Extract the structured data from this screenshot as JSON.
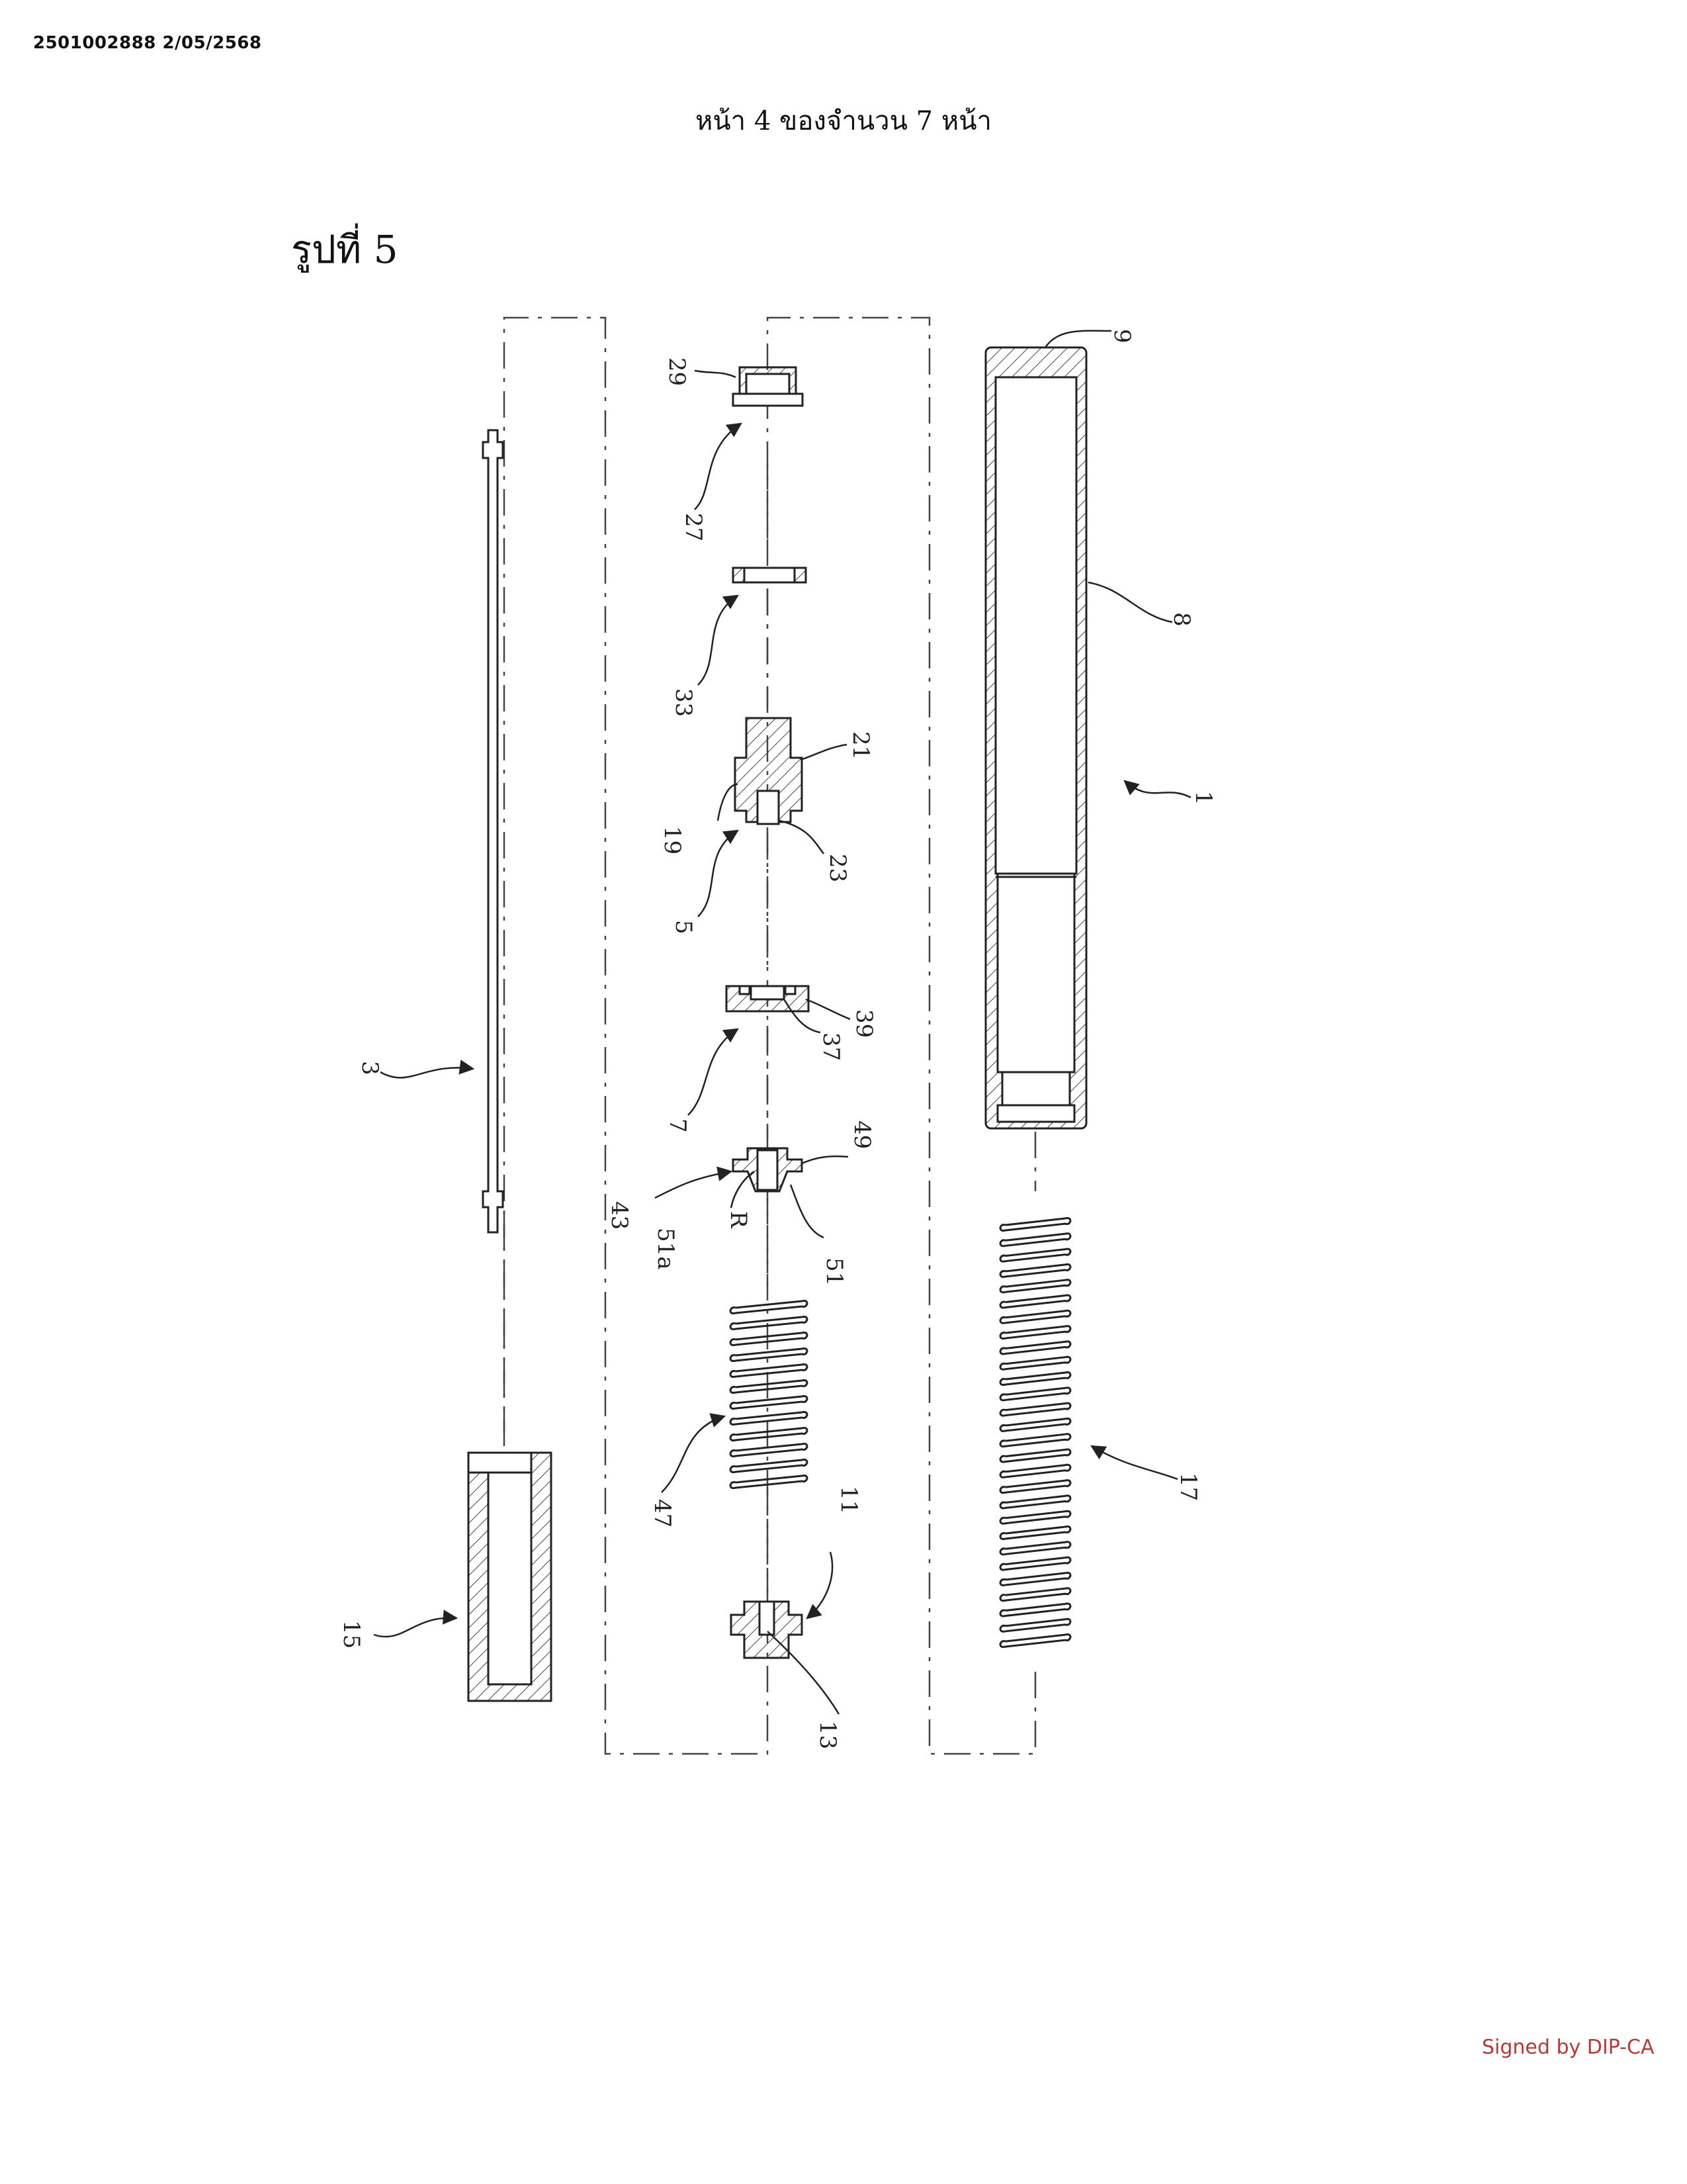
{
  "document": {
    "id_stamp": "2501002888 2/05/2568",
    "page_header": "หน้า 4 ของจำนวน 7 หน้า",
    "figure_title": "รูปที่ 5",
    "signature": "Signed by DIP-CA"
  },
  "drawing": {
    "labels": {
      "l1": "1",
      "l3": "3",
      "l5": "5",
      "l7": "7",
      "l8": "8",
      "l9": "9",
      "l11": "11",
      "l13": "13",
      "l15": "15",
      "l17": "17",
      "l19": "19",
      "l21": "21",
      "l23": "23",
      "l27": "27",
      "l29": "29",
      "l33": "33",
      "l37": "37",
      "l39": "39",
      "l43": "43",
      "l47": "47",
      "l49": "49",
      "l51": "51",
      "l51a": "51a",
      "lR": "R"
    }
  },
  "colors": {
    "ink": "#222222",
    "signature": "#b23a3a"
  }
}
